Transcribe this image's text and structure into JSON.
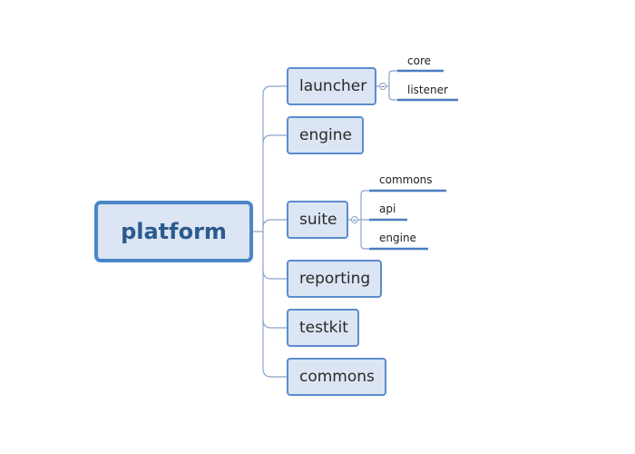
{
  "root": {
    "label": "platform"
  },
  "branches": [
    {
      "key": "launcher",
      "label": "launcher",
      "children": [
        "core",
        "listener"
      ]
    },
    {
      "key": "engine",
      "label": "engine",
      "children": []
    },
    {
      "key": "suite",
      "label": "suite",
      "children": [
        "commons",
        "api",
        "engine"
      ]
    },
    {
      "key": "reporting",
      "label": "reporting",
      "children": []
    },
    {
      "key": "testkit",
      "label": "testkit",
      "children": []
    },
    {
      "key": "commons",
      "label": "commons",
      "children": []
    }
  ],
  "colors": {
    "node_fill": "#dbe5f3",
    "node_border": "#5b8ccf",
    "root_border": "#4a86c8",
    "root_text": "#2c5a8e",
    "connector": "#8aa4c6",
    "leaf_underline": "#4a7cc0"
  }
}
